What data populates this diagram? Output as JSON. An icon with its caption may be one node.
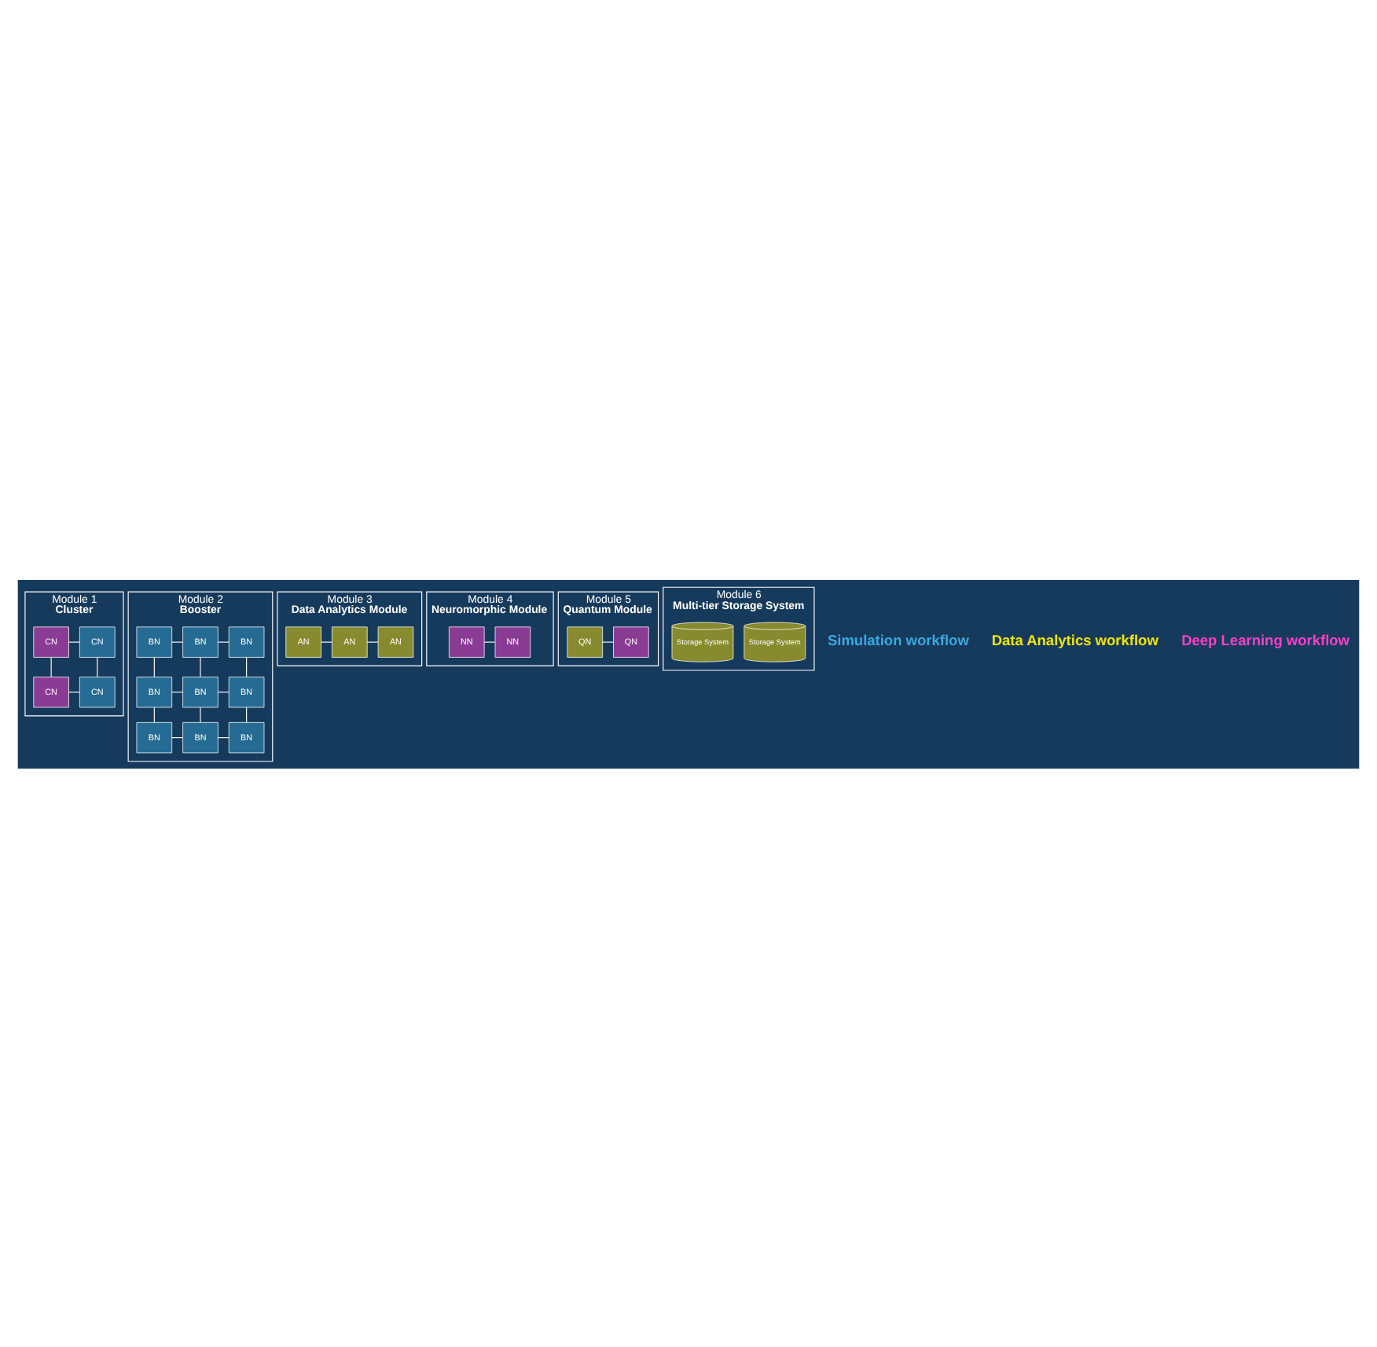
{
  "diagram": {
    "nodes": [
      {
        "text": [
          "Module 1",
          "Cluster"
        ]
      },
      {
        "text": [
          "CN"
        ],
        "in": 0
      },
      {
        "text": [
          "CN"
        ],
        "in": 0
      },
      {
        "text": [
          "CN"
        ],
        "in": 0
      },
      {
        "text": [
          "CN"
        ],
        "in": 0
      },
      {
        "text": [
          "Module 2",
          "Booster"
        ]
      },
      {
        "text": [
          "BN"
        ],
        "in": 5
      },
      {
        "text": [
          "BN"
        ],
        "in": 5
      },
      {
        "text": [
          "BN"
        ],
        "in": 5
      },
      {
        "text": [
          "BN"
        ],
        "in": 5
      },
      {
        "text": [
          "BN"
        ],
        "in": 5
      },
      {
        "text": [
          "BN"
        ],
        "in": 5
      },
      {
        "text": [
          "BN"
        ],
        "in": 5
      },
      {
        "text": [
          "BN"
        ],
        "in": 5
      },
      {
        "text": [
          "BN"
        ],
        "in": 5
      },
      {
        "text": [
          "Module 3",
          "Data Analytics Module"
        ]
      },
      {
        "text": [
          "AN"
        ],
        "in": 15
      },
      {
        "text": [
          "AN"
        ],
        "in": 15
      },
      {
        "text": [
          "AN"
        ],
        "in": 15
      },
      {
        "text": [
          "Module 4",
          "Neuromorphic Module"
        ]
      },
      {
        "text": [
          "NN"
        ],
        "in": 19
      },
      {
        "text": [
          "NN"
        ],
        "in": 19
      },
      {
        "text": [
          "Module 5",
          "Quantum Module"
        ]
      },
      {
        "text": [
          "QN"
        ],
        "in": 22
      },
      {
        "text": [
          "QN"
        ],
        "in": 22
      },
      {
        "text": [
          "Module 6",
          "Multi-tier Storage System"
        ]
      },
      {
        "text": [
          "Storage System"
        ],
        "in": 25
      },
      {
        "text": [
          "Storage System"
        ],
        "in": 25
      }
    ],
    "edges": [
      {
        "from": 1,
        "to": 2,
        "arrow": "none"
      },
      {
        "from": 1,
        "to": 3,
        "arrow": "none"
      },
      {
        "from": 2,
        "to": 4,
        "arrow": "none"
      },
      {
        "from": 3,
        "to": 4,
        "arrow": "none"
      },
      {
        "from": 6,
        "to": 7,
        "arrow": "none"
      },
      {
        "from": 7,
        "to": 8,
        "arrow": "none"
      },
      {
        "from": 6,
        "to": 9,
        "arrow": "none"
      },
      {
        "from": 7,
        "to": 10,
        "arrow": "none"
      },
      {
        "from": 8,
        "to": 11,
        "arrow": "none"
      },
      {
        "from": 9,
        "to": 10,
        "arrow": "none"
      },
      {
        "from": 10,
        "to": 11,
        "arrow": "none"
      },
      {
        "from": 9,
        "to": 12,
        "arrow": "none"
      },
      {
        "from": 10,
        "to": 13,
        "arrow": "none"
      },
      {
        "from": 11,
        "to": 14,
        "arrow": "none"
      },
      {
        "from": 12,
        "to": 13,
        "arrow": "none"
      },
      {
        "from": 13,
        "to": 14,
        "arrow": "none"
      },
      {
        "from": 16,
        "to": 17,
        "arrow": "none"
      },
      {
        "from": 17,
        "to": 18,
        "arrow": "none"
      },
      {
        "from": 20,
        "to": 21,
        "arrow": "none"
      },
      {
        "from": 23,
        "to": 24,
        "arrow": "none"
      }
    ],
    "labels": [
      "Simulation workflow",
      "Data Analytics workflow",
      "Deep Learning workflow"
    ]
  }
}
